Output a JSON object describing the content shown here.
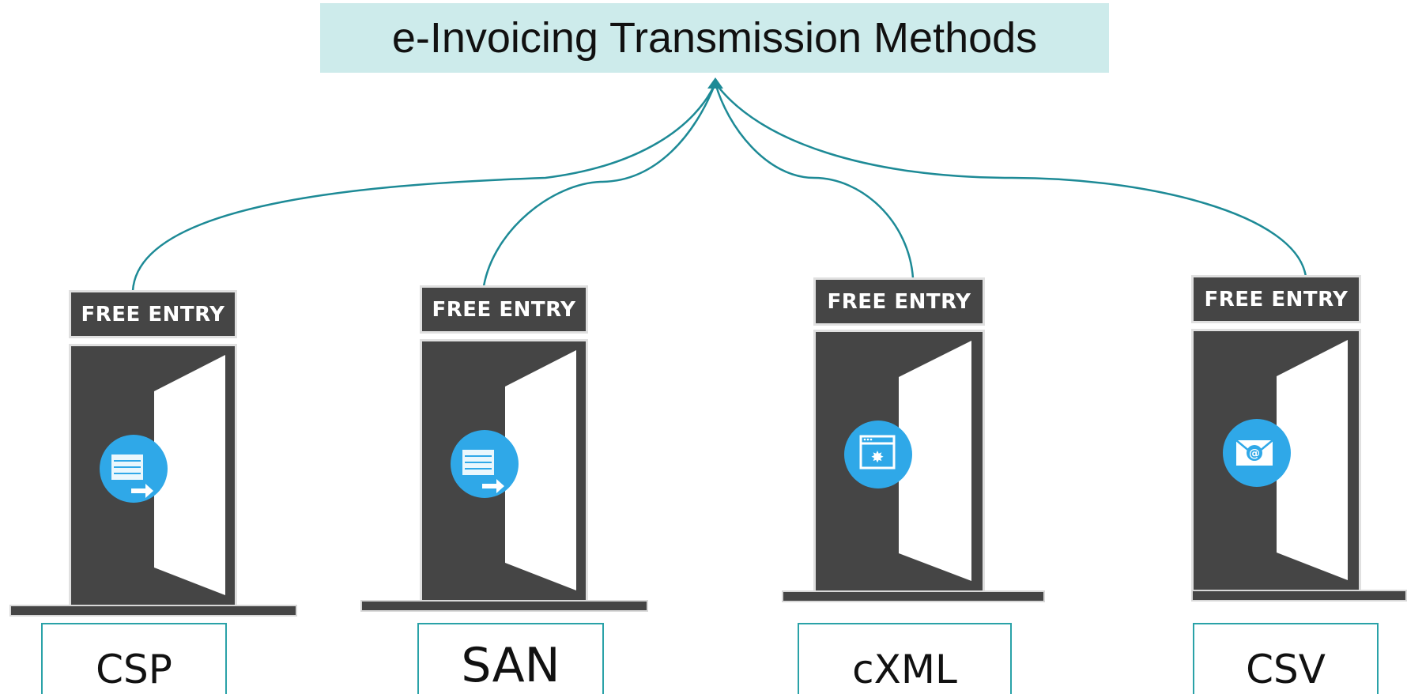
{
  "title": "e-Invoicing Transmission Methods",
  "doors": [
    {
      "sign": "FREE ENTRY",
      "label": "CSP",
      "icon": "invoice-arrow-icon"
    },
    {
      "sign": "FREE ENTRY",
      "label": "SAN",
      "icon": "invoice-arrow-icon"
    },
    {
      "sign": "FREE ENTRY",
      "label": "cXML",
      "icon": "browser-window-icon"
    },
    {
      "sign": "FREE ENTRY",
      "label": "CSV",
      "icon": "email-at-icon"
    }
  ],
  "colors": {
    "title_bg": "#cdebeb",
    "connector": "#1d8a96",
    "door_frame": "#454545",
    "icon_circle": "#2fa8e8",
    "label_border": "#2aa2a8"
  }
}
